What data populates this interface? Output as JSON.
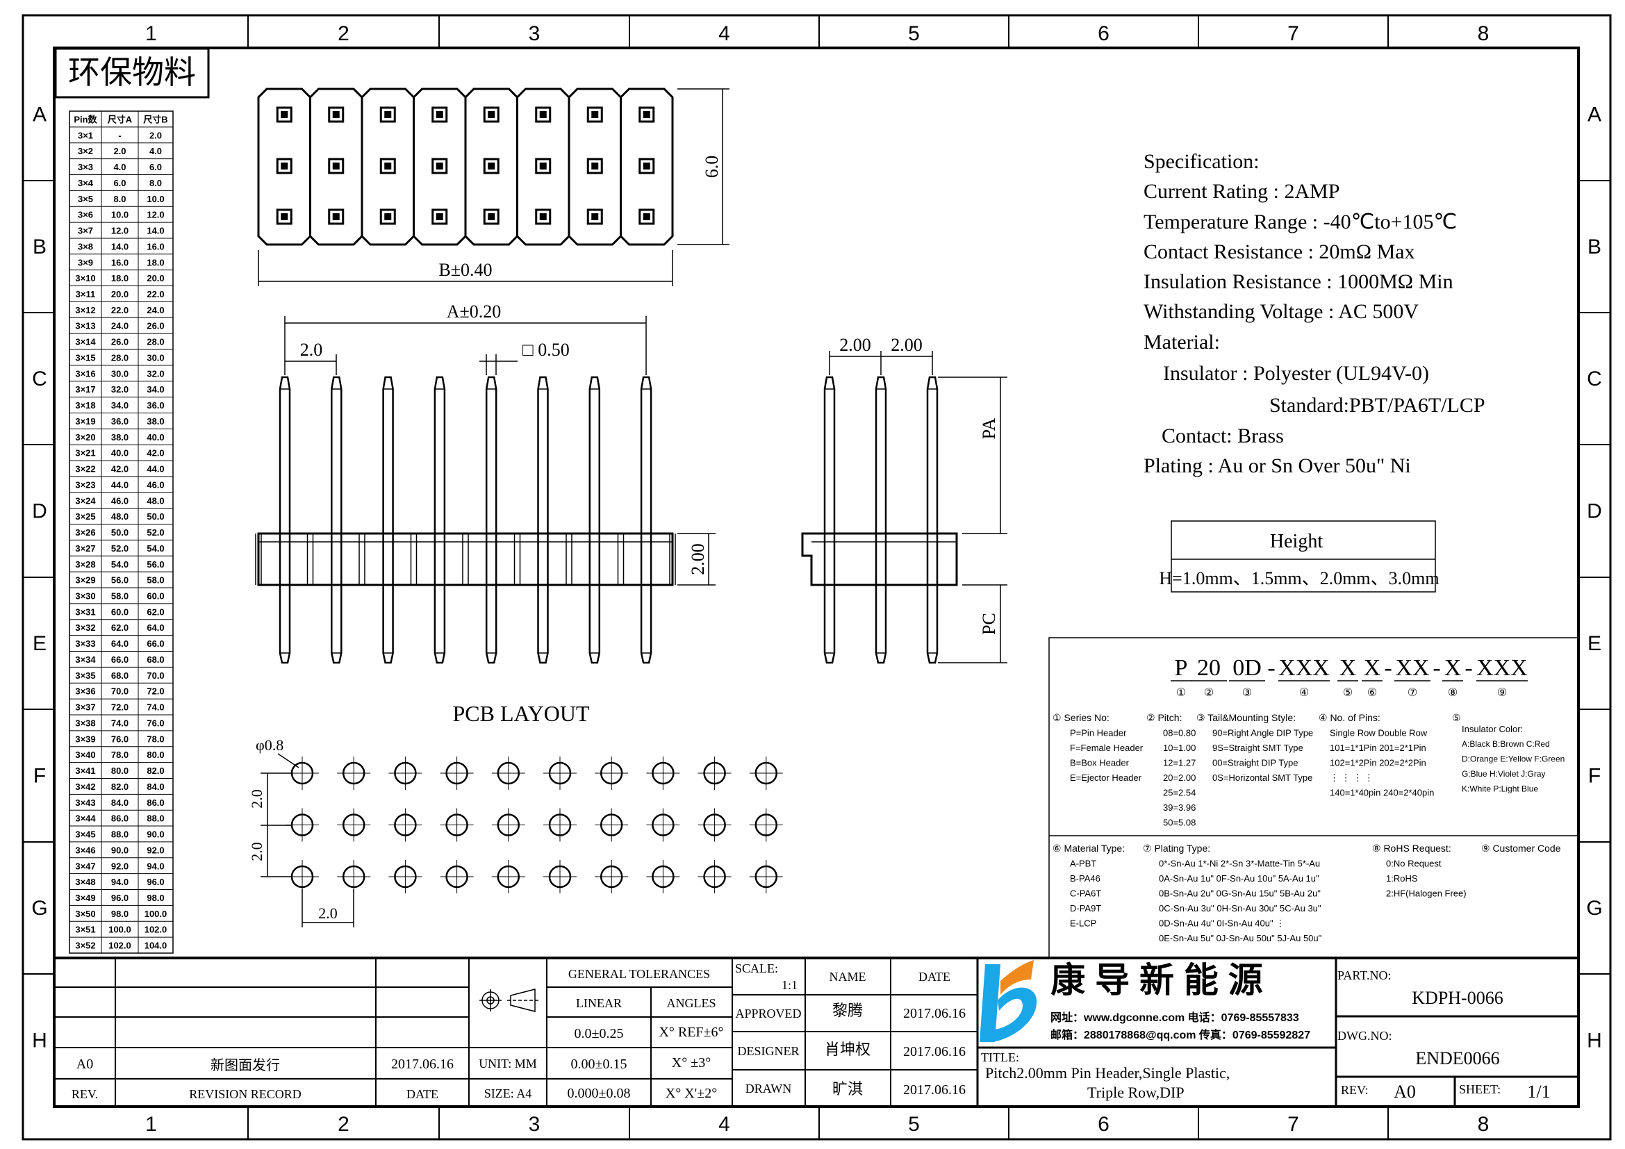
{
  "frame": {
    "columns": [
      "1",
      "2",
      "3",
      "4",
      "5",
      "6",
      "7",
      "8"
    ],
    "rows": [
      "A",
      "B",
      "C",
      "D",
      "E",
      "F",
      "G",
      "H"
    ]
  },
  "eco_label": "环保物料",
  "pin_table": {
    "headers": [
      "Pin数",
      "尺寸A",
      "尺寸B"
    ],
    "rows": [
      [
        "3×1",
        "-",
        "2.0"
      ],
      [
        "3×2",
        "2.0",
        "4.0"
      ],
      [
        "3×3",
        "4.0",
        "6.0"
      ],
      [
        "3×4",
        "6.0",
        "8.0"
      ],
      [
        "3×5",
        "8.0",
        "10.0"
      ],
      [
        "3×6",
        "10.0",
        "12.0"
      ],
      [
        "3×7",
        "12.0",
        "14.0"
      ],
      [
        "3×8",
        "14.0",
        "16.0"
      ],
      [
        "3×9",
        "16.0",
        "18.0"
      ],
      [
        "3×10",
        "18.0",
        "20.0"
      ],
      [
        "3×11",
        "20.0",
        "22.0"
      ],
      [
        "3×12",
        "22.0",
        "24.0"
      ],
      [
        "3×13",
        "24.0",
        "26.0"
      ],
      [
        "3×14",
        "26.0",
        "28.0"
      ],
      [
        "3×15",
        "28.0",
        "30.0"
      ],
      [
        "3×16",
        "30.0",
        "32.0"
      ],
      [
        "3×17",
        "32.0",
        "34.0"
      ],
      [
        "3×18",
        "34.0",
        "36.0"
      ],
      [
        "3×19",
        "36.0",
        "38.0"
      ],
      [
        "3×20",
        "38.0",
        "40.0"
      ],
      [
        "3×21",
        "40.0",
        "42.0"
      ],
      [
        "3×22",
        "42.0",
        "44.0"
      ],
      [
        "3×23",
        "44.0",
        "46.0"
      ],
      [
        "3×24",
        "46.0",
        "48.0"
      ],
      [
        "3×25",
        "48.0",
        "50.0"
      ],
      [
        "3×26",
        "50.0",
        "52.0"
      ],
      [
        "3×27",
        "52.0",
        "54.0"
      ],
      [
        "3×28",
        "54.0",
        "56.0"
      ],
      [
        "3×29",
        "56.0",
        "58.0"
      ],
      [
        "3×30",
        "58.0",
        "60.0"
      ],
      [
        "3×31",
        "60.0",
        "62.0"
      ],
      [
        "3×32",
        "62.0",
        "64.0"
      ],
      [
        "3×33",
        "64.0",
        "66.0"
      ],
      [
        "3×34",
        "66.0",
        "68.0"
      ],
      [
        "3×35",
        "68.0",
        "70.0"
      ],
      [
        "3×36",
        "70.0",
        "72.0"
      ],
      [
        "3×37",
        "72.0",
        "74.0"
      ],
      [
        "3×38",
        "74.0",
        "76.0"
      ],
      [
        "3×39",
        "76.0",
        "78.0"
      ],
      [
        "3×40",
        "78.0",
        "80.0"
      ],
      [
        "3×41",
        "80.0",
        "82.0"
      ],
      [
        "3×42",
        "82.0",
        "84.0"
      ],
      [
        "3×43",
        "84.0",
        "86.0"
      ],
      [
        "3×44",
        "86.0",
        "88.0"
      ],
      [
        "3×45",
        "88.0",
        "90.0"
      ],
      [
        "3×46",
        "90.0",
        "92.0"
      ],
      [
        "3×47",
        "92.0",
        "94.0"
      ],
      [
        "3×48",
        "94.0",
        "96.0"
      ],
      [
        "3×49",
        "96.0",
        "98.0"
      ],
      [
        "3×50",
        "98.0",
        "100.0"
      ],
      [
        "3×51",
        "100.0",
        "102.0"
      ],
      [
        "3×52",
        "102.0",
        "104.0"
      ]
    ]
  },
  "top_view": {
    "dim_height": "6.0",
    "dim_width": "B±0.40"
  },
  "front_view": {
    "dim_a": "A±0.20",
    "dim_pitch": "2.0",
    "dim_square": "□ 0.50",
    "dim_body": "2.00"
  },
  "side_view": {
    "dim_pitch_1": "2.00",
    "dim_pitch_2": "2.00",
    "dim_pa": "PA",
    "dim_pc": "PC"
  },
  "pcb": {
    "title": "PCB LAYOUT",
    "hole_dia": "φ0.8",
    "row_pitch_1": "2.0",
    "row_pitch_2": "2.0",
    "col_pitch": "2.0"
  },
  "spec": {
    "lines": [
      "Specification:",
      "Current Rating : 2AMP",
      "Temperature Range : -40℃to+105℃",
      "Contact Resistance : 20mΩ Max",
      "Insulation Resistance : 1000MΩ Min",
      "Withstanding Voltage : AC 500V",
      "Material:",
      "Insulator : Polyester (UL94V-0)",
      "Standard:PBT/PA6T/LCP",
      "Contact: Brass",
      "Plating : Au or Sn Over 50u\" Ni"
    ]
  },
  "height_table": {
    "header": "Height",
    "value": "H=1.0mm、1.5mm、2.0mm、3.0mm"
  },
  "part_code": {
    "segments": [
      {
        "text": "P",
        "marker": "①"
      },
      {
        "text": "20",
        "marker": "②"
      },
      {
        "text": "0D",
        "marker": "③"
      },
      {
        "text": "-",
        "marker": ""
      },
      {
        "text": "XXX",
        "marker": "④"
      },
      {
        "text": "X",
        "marker": "⑤"
      },
      {
        "text": "X",
        "marker": "⑥"
      },
      {
        "text": "-",
        "marker": ""
      },
      {
        "text": "XX",
        "marker": "⑦"
      },
      {
        "text": "-",
        "marker": ""
      },
      {
        "text": "X",
        "marker": "⑧"
      },
      {
        "text": "-",
        "marker": ""
      },
      {
        "text": "XXX",
        "marker": "⑨"
      }
    ]
  },
  "legend": {
    "series": {
      "title": "① Series No:",
      "items": [
        "P=Pin Header",
        "F=Female Header",
        "B=Box Header",
        "E=Ejector Header"
      ]
    },
    "pitch": {
      "title": "② Pitch:",
      "items": [
        "08=0.80",
        "10=1.00",
        "12=1.27",
        "20=2.00",
        "25=2.54",
        "39=3.96",
        "50=5.08"
      ]
    },
    "tail": {
      "title": "③ Tail&Mounting Style:",
      "items": [
        "90=Right Angle DIP Type",
        "9S=Straight SMT Type",
        "00=Straight DIP Type",
        "0S=Horizontal SMT Type"
      ]
    },
    "pins": {
      "title": "④ No. of Pins:",
      "items": [
        "Single Row   Double Row",
        "101=1*1Pin   201=2*1Pin",
        "102=1*2Pin   202=2*2Pin",
        "⋮  ⋮        ⋮  ⋮",
        "140=1*40pin  240=2*40pin"
      ]
    },
    "color": {
      "title": "⑤",
      "subtitle": "Insulator Color:",
      "items": [
        "A:Black  B:Brown  C:Red",
        "D:Orange E:Yellow F:Green",
        "G:Blue   H:Violet J:Gray",
        "K:White  P:Light Blue"
      ]
    },
    "material": {
      "title": "⑥ Material Type:",
      "items": [
        "A-PBT",
        "B-PA46",
        "C-PA6T",
        "D-PA9T",
        "E-LCP"
      ]
    },
    "plating": {
      "title": "⑦ Plating Type:",
      "items": [
        "0*-Sn-Au 1*-Ni 2*-Sn 3*-Matte-Tin 5*-Au",
        "0A-Sn-Au 1u\" 0F-Sn-Au 10u\"  5A-Au 1u\"",
        "0B-Sn-Au 2u\" 0G-Sn-Au 15u\"  5B-Au 2u\"",
        "0C-Sn-Au 3u\" 0H-Sn-Au 30u\"  5C-Au 3u\"",
        "0D-Sn-Au 4u\" 0I-Sn-Au 40u\"     ⋮",
        "0E-Sn-Au 5u\" 0J-Sn-Au 50u\"  5J-Au 50u\""
      ]
    },
    "rohs": {
      "title": "⑧ RoHS Request:",
      "items": [
        "0:No Request",
        "1:RoHS",
        "2:HF(Halogen Free)"
      ]
    },
    "customer": {
      "title": "⑨ Customer Code"
    }
  },
  "title_block": {
    "general_tolerances": "GENERAL TOLERANCES",
    "linear": "LINEAR",
    "angles": "ANGLES",
    "tol_rows": [
      [
        "0.0±0.25",
        "X° REF±6°"
      ],
      [
        "0.00±0.15",
        "X° ±3°"
      ],
      [
        "0.000±0.08",
        "X° X'±2°"
      ]
    ],
    "unit": "UNIT: MM",
    "size": "SIZE: A4",
    "scale_label": "SCALE:",
    "scale_value": "1:1",
    "name_header": "NAME",
    "date_header": "DATE",
    "signoffs": [
      {
        "role": "APPROVED",
        "name": "黎腾",
        "date": "2017.06.16"
      },
      {
        "role": "DESIGNER",
        "name": "肖坤权",
        "date": "2017.06.16"
      },
      {
        "role": "DRAWN",
        "name": "旷淇",
        "date": "2017.06.16"
      }
    ],
    "revision": {
      "rev": "A0",
      "record": "新图面发行",
      "date": "2017.06.16"
    },
    "revision_headers": {
      "rev": "REV.",
      "record": "REVISION RECORD",
      "date": "DATE"
    },
    "company": "康 导 新 能 源",
    "contact_1": "网址：www.dgconne.com   电话：0769-85557833",
    "contact_2": "邮箱：2880178868@qq.com 传真：0769-85592827",
    "title_label": "TITLE:",
    "title_line_1": "Pitch2.00mm Pin Header,Single Plastic,",
    "title_line_2": "Triple Row,DIP",
    "part_no_label": "PART.NO:",
    "part_no": "KDPH-0066",
    "dwg_no_label": "DWG.NO:",
    "dwg_no": "ENDE0066",
    "rev_label": "REV:",
    "rev_value": "A0",
    "sheet_label": "SHEET:",
    "sheet_value": "1/1"
  }
}
